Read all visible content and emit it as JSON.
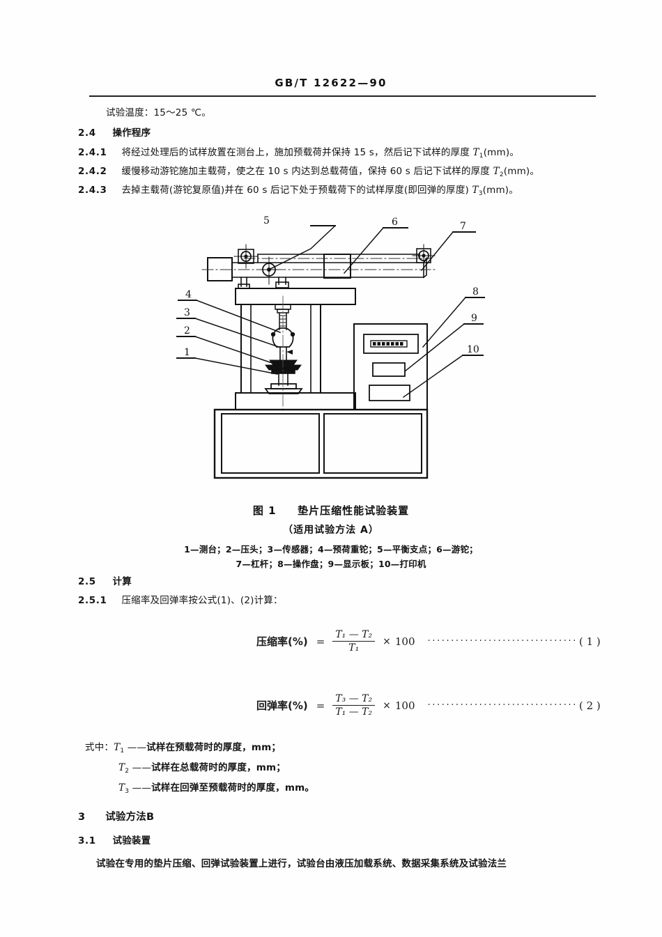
{
  "header": {
    "standard_no": "GB/T  12622—90"
  },
  "body": {
    "temp_line": "试验温度：15～25 ℃。",
    "sec_2_4_no": "2.4",
    "sec_2_4_title": "操作程序",
    "items": [
      {
        "no": "2.4.1",
        "text_a": "将经过处理后的试样放置在测台上，施加预载荷并保持 15 s，然后记下试样的厚度 ",
        "sym": "T",
        "sub": "1",
        "text_b": "(mm)。"
      },
      {
        "no": "2.4.2",
        "text_a": "缓慢移动游铊施加主载荷，使之在 10 s 内达到总载荷值，保持 60 s 后记下试样的厚度 ",
        "sym": "T",
        "sub": "2",
        "text_b": "(mm)。"
      },
      {
        "no": "2.4.3",
        "text_a": "去掉主载荷(游铊复原值)并在 60 s 后记下处于预载荷下的试样厚度(即回弹的厚度) ",
        "sym": "T",
        "sub": "3",
        "text_b": "(mm)。"
      }
    ],
    "sec_2_5_no": "2.5",
    "sec_2_5_title": "计算",
    "sec_2_5_1_no": "2.5.1",
    "sec_2_5_1_text": "压缩率及回弹率按公式(1)、(2)计算：",
    "where_label": "式中：",
    "definitions": [
      {
        "sym": "T",
        "sub": "1",
        "dash": "——",
        "text": "试样在预载荷时的厚度，mm；"
      },
      {
        "sym": "T",
        "sub": "2",
        "dash": "——",
        "text": "试样在总载荷时的厚度，mm；"
      },
      {
        "sym": "T",
        "sub": "3",
        "dash": "——",
        "text": "试样在回弹至预载荷时的厚度，mm。"
      }
    ],
    "sec_3_no": "3",
    "sec_3_title": "试验方法B",
    "sec_3_1_no": "3.1",
    "sec_3_1_title": "试验装置",
    "sec_3_1_para": "试验在专用的垫片压缩、回弹试验装置上进行，试验台由液压加载系统、数据采集系统及试验法兰"
  },
  "formulas": [
    {
      "label": "压缩率(%)",
      "equals": "=",
      "numerator": "T₁ — T₂",
      "denominator": "T₁",
      "times": "×",
      "factor": "100",
      "dots": "································",
      "number": "( 1 )"
    },
    {
      "label": "回弹率(%)",
      "equals": "=",
      "numerator": "T₃ — T₂",
      "denominator": "T₁ — T₂",
      "times": "×",
      "factor": "100",
      "dots": "································",
      "number": "( 2 )"
    }
  ],
  "figure": {
    "caption_no": "图 1",
    "caption_title": "垫片压缩性能试验装置",
    "caption_sub": "（适用试验方法 A）",
    "legend_line1": "1—测台；2—压头；3—传感器；4—预荷重铊；5—平衡支点；6—游铊；",
    "legend_line2": "7—杠杆；8—操作盘；9—显示板；10—打印机",
    "callouts": [
      {
        "id": "1",
        "label": "测台"
      },
      {
        "id": "2",
        "label": "压头"
      },
      {
        "id": "3",
        "label": "传感器"
      },
      {
        "id": "4",
        "label": "预荷重铊"
      },
      {
        "id": "5",
        "label": "平衡支点"
      },
      {
        "id": "6",
        "label": "游铊"
      },
      {
        "id": "7",
        "label": "杠杆"
      },
      {
        "id": "8",
        "label": "操作盘"
      },
      {
        "id": "9",
        "label": "显示板"
      },
      {
        "id": "10",
        "label": "打印机"
      }
    ]
  },
  "colors": {
    "ink": "#1a1a1a",
    "paper": "#fefefe",
    "rule": "#222222"
  }
}
